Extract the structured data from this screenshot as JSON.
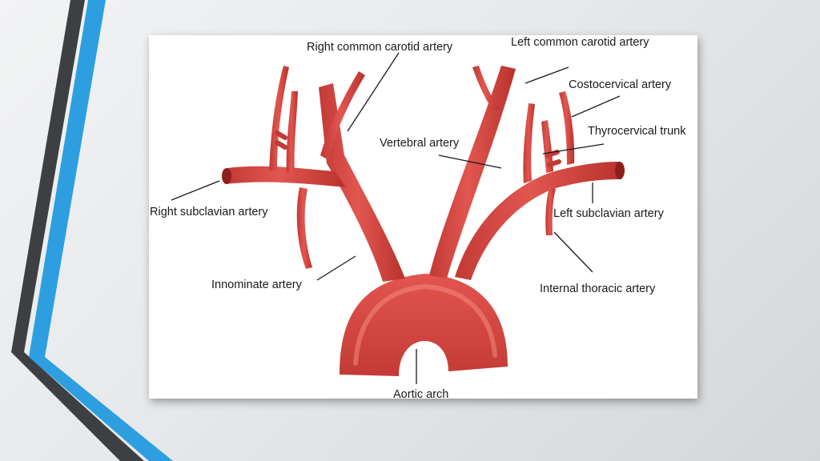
{
  "colors": {
    "artery": "#d9443f",
    "artery_dark": "#b5302c",
    "highlight": "#f08a82",
    "slide_stripe_blue": "#2d9fe0",
    "slide_stripe_gray": "#3d3f42"
  },
  "figure": {
    "labels": {
      "right_common_carotid": "Right common carotid artery",
      "left_common_carotid": "Left common carotid artery",
      "costocervical": "Costocervical artery",
      "thyrocervical": "Thyrocervical trunk",
      "vertebral": "Vertebral artery",
      "right_subclavian": "Right subclavian artery",
      "left_subclavian": "Left subclavian artery",
      "innominate": "Innominate artery",
      "internal_thoracic": "Internal thoracic artery",
      "aortic_arch": "Aortic arch"
    }
  }
}
